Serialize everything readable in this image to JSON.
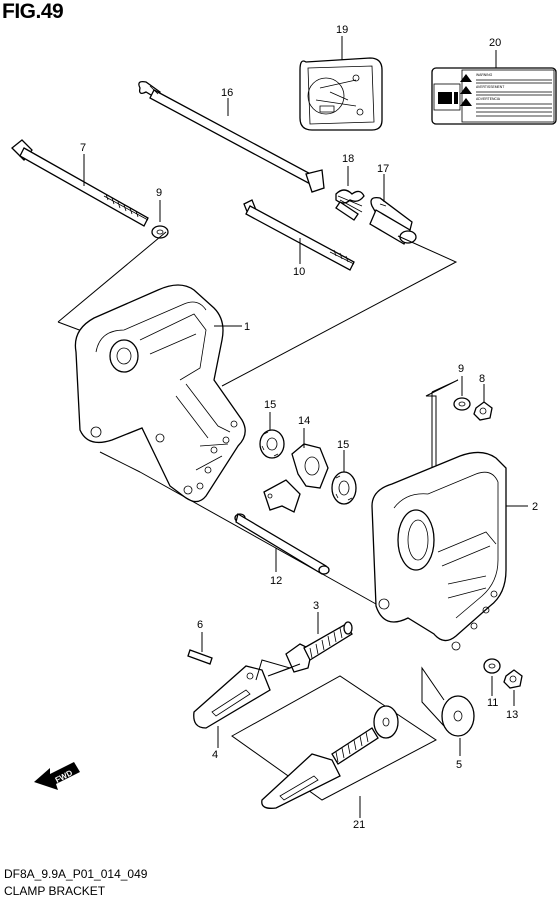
{
  "title": "FIG.49",
  "drawing_code": "DF8A_9.9A_P01_014_049",
  "drawing_name": "CLAMP BRACKET",
  "fwd_label": "FWD",
  "label_20_text": {
    "line1": "WARNING",
    "line2": "AVERTISSEMENT",
    "line3": "ADVERTENCIA"
  },
  "callouts": [
    {
      "id": "c19",
      "text": "19"
    },
    {
      "id": "c20",
      "text": "20"
    },
    {
      "id": "c16",
      "text": "16"
    },
    {
      "id": "c7",
      "text": "7"
    },
    {
      "id": "c9a",
      "text": "9"
    },
    {
      "id": "c18",
      "text": "18"
    },
    {
      "id": "c17",
      "text": "17"
    },
    {
      "id": "c10",
      "text": "10"
    },
    {
      "id": "c1",
      "text": "1"
    },
    {
      "id": "c9b",
      "text": "9"
    },
    {
      "id": "c8",
      "text": "8"
    },
    {
      "id": "c15a",
      "text": "15"
    },
    {
      "id": "c14",
      "text": "14"
    },
    {
      "id": "c15b",
      "text": "15"
    },
    {
      "id": "c2",
      "text": "2"
    },
    {
      "id": "c12",
      "text": "12"
    },
    {
      "id": "c3",
      "text": "3"
    },
    {
      "id": "c6",
      "text": "6"
    },
    {
      "id": "c11",
      "text": "11"
    },
    {
      "id": "c13",
      "text": "13"
    },
    {
      "id": "c4",
      "text": "4"
    },
    {
      "id": "c5",
      "text": "5"
    },
    {
      "id": "c21",
      "text": "21"
    }
  ]
}
